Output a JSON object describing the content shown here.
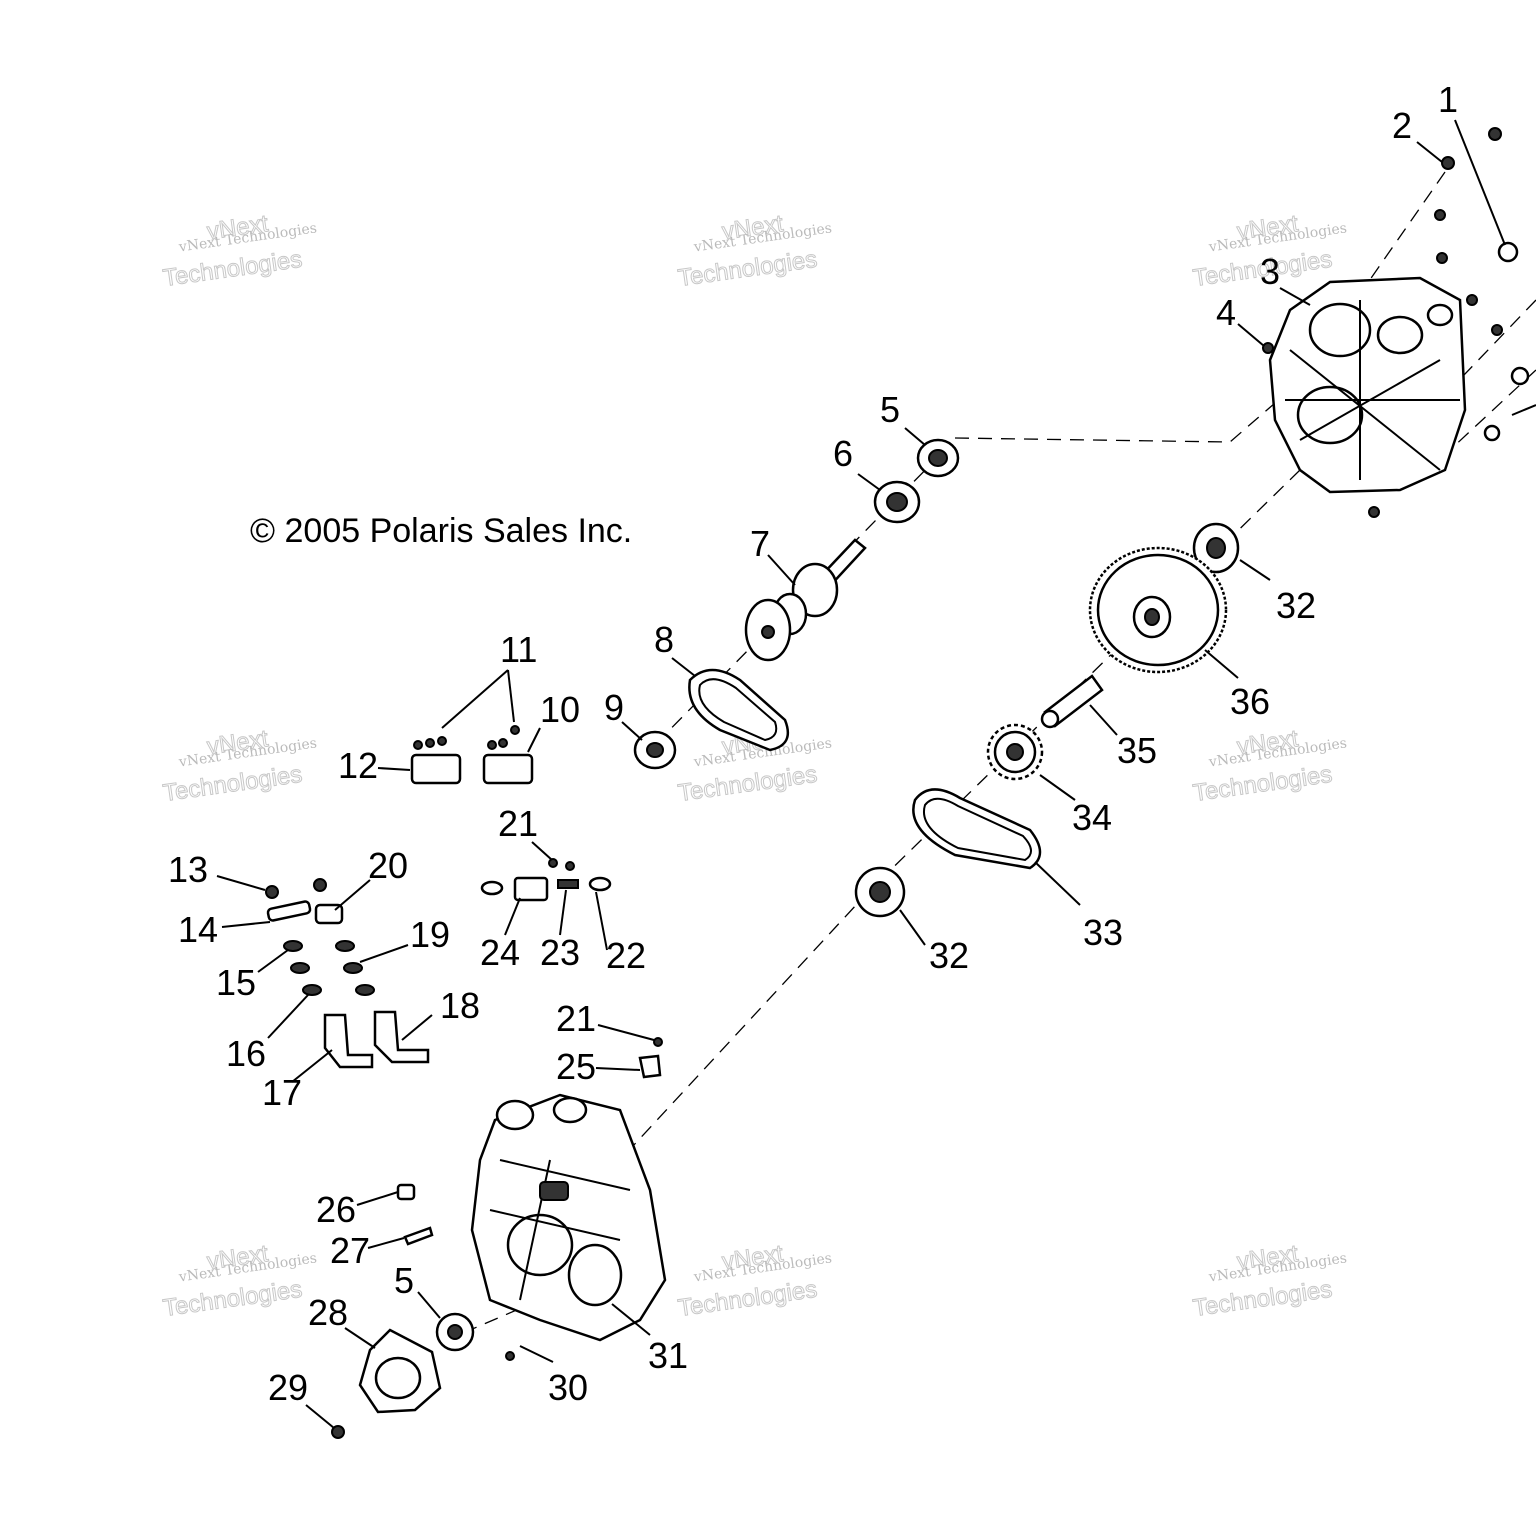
{
  "copyright": "© 2005 Polaris Sales Inc.",
  "watermark": {
    "line1": "vNext Technologies",
    "line2": "vNext",
    "line3": "Technologies"
  },
  "callouts": [
    {
      "id": "c1",
      "label": "1"
    },
    {
      "id": "c2",
      "label": "2"
    },
    {
      "id": "c3",
      "label": "3"
    },
    {
      "id": "c4",
      "label": "4"
    },
    {
      "id": "c5a",
      "label": "5"
    },
    {
      "id": "c6",
      "label": "6"
    },
    {
      "id": "c7",
      "label": "7"
    },
    {
      "id": "c8",
      "label": "8"
    },
    {
      "id": "c9",
      "label": "9"
    },
    {
      "id": "c10",
      "label": "10"
    },
    {
      "id": "c11",
      "label": "11"
    },
    {
      "id": "c12",
      "label": "12"
    },
    {
      "id": "c13",
      "label": "13"
    },
    {
      "id": "c14",
      "label": "14"
    },
    {
      "id": "c15",
      "label": "15"
    },
    {
      "id": "c16",
      "label": "16"
    },
    {
      "id": "c17",
      "label": "17"
    },
    {
      "id": "c18",
      "label": "18"
    },
    {
      "id": "c19",
      "label": "19"
    },
    {
      "id": "c20",
      "label": "20"
    },
    {
      "id": "c21a",
      "label": "21"
    },
    {
      "id": "c22",
      "label": "22"
    },
    {
      "id": "c23",
      "label": "23"
    },
    {
      "id": "c24",
      "label": "24"
    },
    {
      "id": "c21b",
      "label": "21"
    },
    {
      "id": "c25",
      "label": "25"
    },
    {
      "id": "c26",
      "label": "26"
    },
    {
      "id": "c27",
      "label": "27"
    },
    {
      "id": "c5b",
      "label": "5"
    },
    {
      "id": "c28",
      "label": "28"
    },
    {
      "id": "c29",
      "label": "29"
    },
    {
      "id": "c30",
      "label": "30"
    },
    {
      "id": "c31",
      "label": "31"
    },
    {
      "id": "c32a",
      "label": "32"
    },
    {
      "id": "c36",
      "label": "36"
    },
    {
      "id": "c35",
      "label": "35"
    },
    {
      "id": "c34",
      "label": "34"
    },
    {
      "id": "c33",
      "label": "33"
    },
    {
      "id": "c32b",
      "label": "32"
    }
  ]
}
